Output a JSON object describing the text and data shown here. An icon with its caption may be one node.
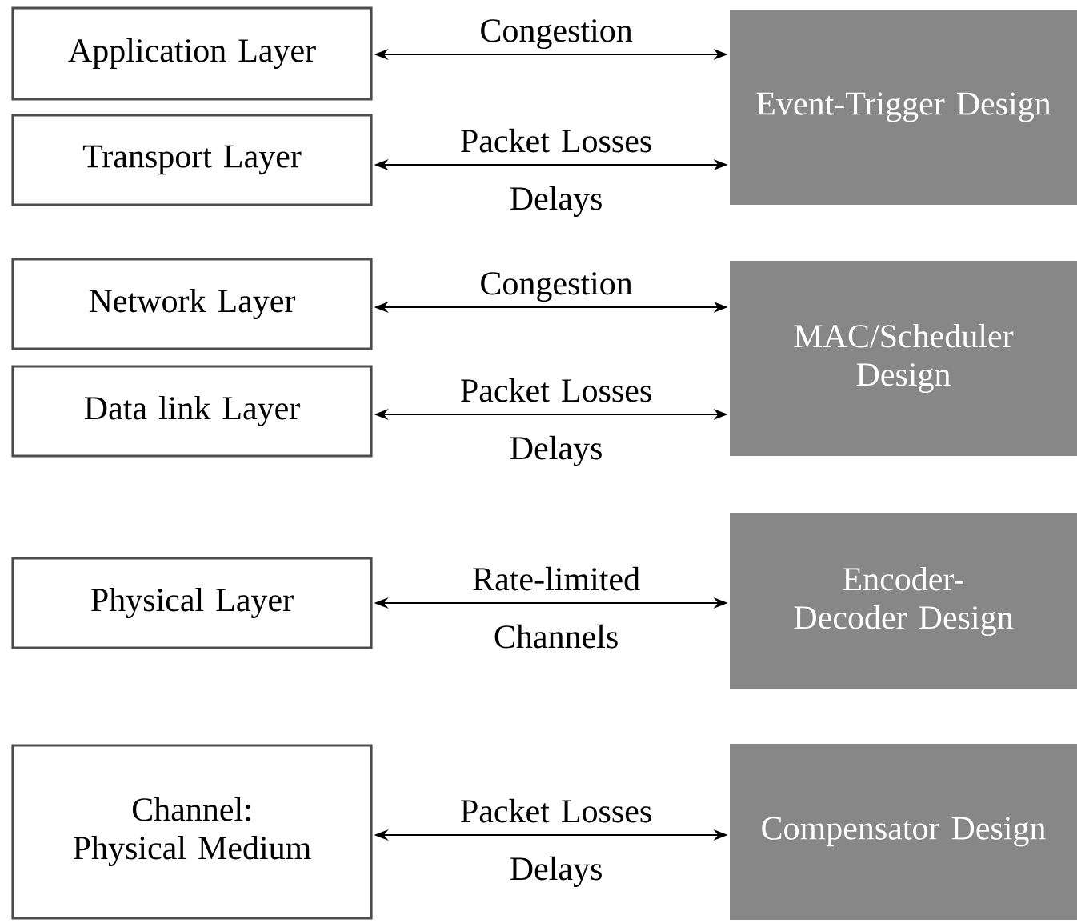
{
  "diagram": {
    "nodes": [
      {
        "text": [
          "Application Layer"
        ]
      },
      {
        "text": [
          "Transport Layer"
        ]
      },
      {
        "text": [
          "Network Layer"
        ]
      },
      {
        "text": [
          "Data link Layer"
        ]
      },
      {
        "text": [
          "Physical Layer"
        ]
      },
      {
        "text": [
          "Channel: Physical Medium"
        ]
      },
      {
        "text": [
          "Event-Trigger Design"
        ]
      },
      {
        "text": [
          "MAC/Scheduler Design"
        ]
      },
      {
        "text": [
          "Encoder-Decoder Design"
        ]
      },
      {
        "text": [
          "Compensator Design"
        ]
      }
    ],
    "edges": [
      {
        "from": 0,
        "to": 6,
        "arrow": "both",
        "label": "Congestion"
      },
      {
        "from": 1,
        "to": 6,
        "arrow": "both",
        "label": "Packet Losses Delays"
      },
      {
        "from": 2,
        "to": 7,
        "arrow": "both",
        "label": "Congestion"
      },
      {
        "from": 3,
        "to": 7,
        "arrow": "both",
        "label": "Packet Losses Delays"
      },
      {
        "from": 4,
        "to": 8,
        "arrow": "both",
        "label": "Rate-limited Channels"
      },
      {
        "from": 5,
        "to": 9,
        "arrow": "both",
        "label": "Packet Losses Delays"
      }
    ]
  }
}
